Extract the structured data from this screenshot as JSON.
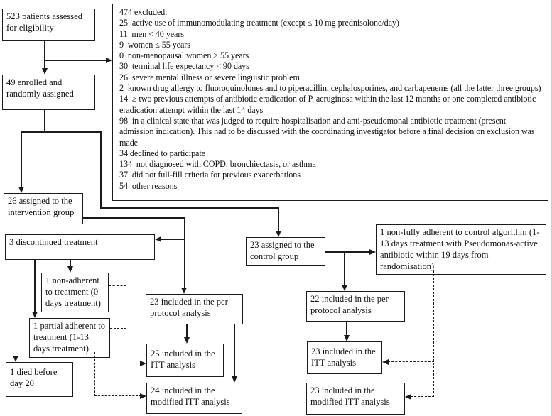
{
  "figure": {
    "background": "#ffffff",
    "line_color": "#1a1a1a"
  },
  "boxes": {
    "assessed": "523 patients assessed for eligibility",
    "enrolled": "49 enrolled and randomly assigned",
    "excluded_title": "474 excluded:",
    "excluded_items": [
      "25  active use of immunomodulating treatment (except ≤ 10 mg prednisolone/day)",
      "11  men < 40 years",
      "9  women ≤ 55 years",
      "0  non-menopausal women > 55 years",
      "30  terminal life expectancy < 90 days",
      "26  severe mental illness or severe linguistic problem",
      "2  known drug allergy to fluoroquinolones and to piperacillin, cephalosporines, and carbapenems (all the latter three groups)",
      "14  ≥ two previous attempts of antibiotic eradication of P. aeruginosa within the last 12 months or one completed antibiotic eradication attempt within the last 14 days",
      "98  in a clinical state that was judged to require hospitalisation and anti-pseudomonal antibiotic treatment (present admission indication). This had to be discussed with the coordinating investigator before a final decision on exclusion was made",
      "34 declined to participate",
      "134  not diagnosed with COPD, bronchiectasis, or asthma",
      "37  did not full-fill criteria for previous exacerbations",
      "54  other reasons"
    ],
    "intervention": "26 assigned to the intervention group",
    "discontinued": "3 discontinued treatment",
    "non_adherent": "1 non-adherent to treatment (0 days treatment)",
    "partial_adherent": "1 partial adherent to treatment (1-13 days treatment)",
    "died": "1 died before day 20",
    "int_per_protocol": "23 included in the per protocol analysis",
    "int_itt": "25 included in the ITT analysis",
    "int_mitt": "24 included in the modified ITT analysis",
    "control": "23 assigned to the control group",
    "non_fully_adherent": "1 non-fully adherent to control algorithm (1-13 days treatment with Pseudomonas-active antibiotic within 19 days from randomisation)",
    "ctrl_per_protocol": "22 included in the per protocol analysis",
    "ctrl_itt": "23 included in the ITT analysis",
    "ctrl_mitt": "23 included in the modified ITT analysis"
  }
}
